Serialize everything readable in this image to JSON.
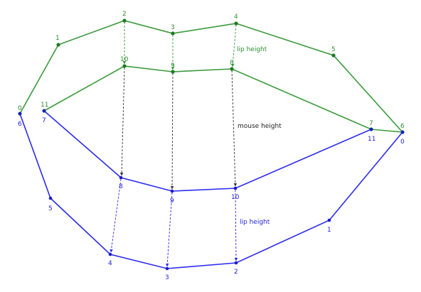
{
  "colors": {
    "upper": "#3a9a3a",
    "lower": "#2b2bf0",
    "measure": "#333333"
  },
  "annotations": {
    "upper_lip_height": "lip height",
    "mouth_height": "mouse height",
    "lower_lip_height": "lip height"
  },
  "upper_lip_labels": [
    "0",
    "1",
    "2",
    "3",
    "4",
    "5",
    "6",
    "7",
    "8",
    "9",
    "10",
    "11"
  ],
  "lower_lip_labels": [
    "0",
    "1",
    "2",
    "3",
    "4",
    "5",
    "6",
    "7",
    "8",
    "9",
    "10",
    "11"
  ]
}
